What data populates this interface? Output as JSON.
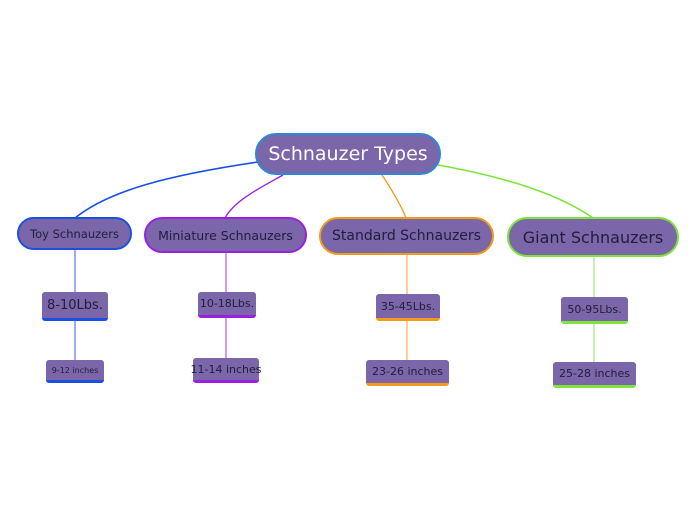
{
  "colors": {
    "node_fill": "#7a66a8",
    "root_border": "#2e86d8",
    "toy": "#1c4fe0",
    "miniature": "#9b1fe0",
    "standard": "#f29a1b",
    "giant": "#7ee33a"
  },
  "root": {
    "label": "Schnauzer Types"
  },
  "branches": [
    {
      "label": "Toy Schnauzers",
      "weight": "8-10Lbs.",
      "height": "9-12 inches"
    },
    {
      "label": "Miniature Schnauzers",
      "weight": "10-18Lbs.",
      "height": "11-14 inches"
    },
    {
      "label": "Standard Schnauzers",
      "weight": "35-45Lbs.",
      "height": "23-26 inches"
    },
    {
      "label": "Giant Schnauzers",
      "weight": "50-95Lbs.",
      "height": "25-28 inches"
    }
  ]
}
